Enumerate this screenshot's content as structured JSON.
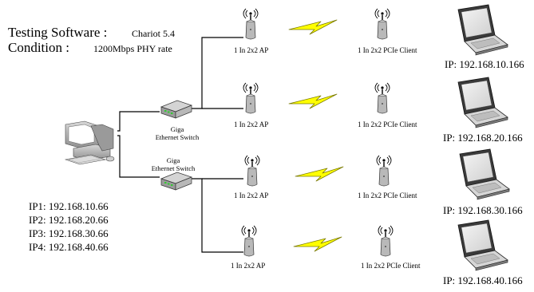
{
  "header": {
    "testing_label": "Testing Software :",
    "testing_value": "Chariot 5.4",
    "condition_label": "Condition :",
    "condition_value": "1200Mbps PHY rate"
  },
  "switches": [
    {
      "line1": "Giga",
      "line2": "Ethernet Switch"
    },
    {
      "line1": "Giga",
      "line2": "Ethernet Switch"
    }
  ],
  "pc_ips": [
    "IP1: 192.168.10.66",
    "IP2: 192.168.20.66",
    "IP3: 192.168.30.66",
    "IP4: 192.168.40.66"
  ],
  "links": [
    {
      "ap_label": "1 In 2x2 AP",
      "client_label": "1 In 2x2 PCIe Client",
      "client_ip": "IP: 192.168.10.166"
    },
    {
      "ap_label": "1 In 2x2 AP",
      "client_label": "1 In 2x2 PCIe Client",
      "client_ip": "IP: 192.168.20.166"
    },
    {
      "ap_label": "1 In 2x2 AP",
      "client_label": "1 In 2x2 PCIe Client",
      "client_ip": "IP: 192.168.30.166"
    },
    {
      "ap_label": "1 In 2x2 AP",
      "client_label": "1 In 2x2 PCIe Client",
      "client_ip": "IP: 192.168.40.166"
    }
  ],
  "colors": {
    "lightning": "#ffff00",
    "lightning_stroke": "#7a7a00",
    "switch_led": "#33cc33",
    "device_gray": "#b9b9b9",
    "line": "#000000"
  }
}
